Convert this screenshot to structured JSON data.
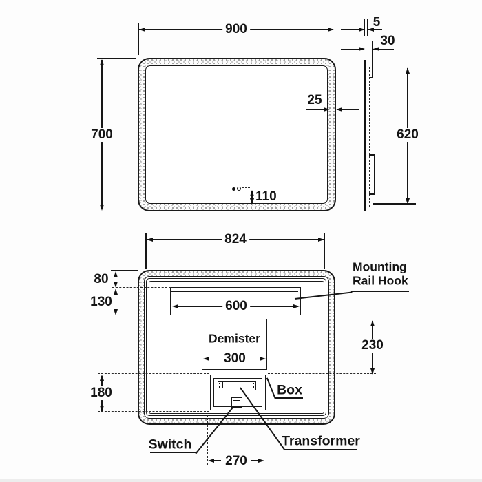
{
  "front_view": {
    "width": "900",
    "height": "700",
    "frame_width": "25",
    "sensor_offset": "110"
  },
  "side_view": {
    "glass_thickness": "5",
    "depth": "30",
    "mounting_height": "620"
  },
  "back_view": {
    "width": "824",
    "rail_top_offset": "80",
    "rail_zone_height": "130",
    "rail_length": "600",
    "demister_label": "Demister",
    "demister_width": "300",
    "demister_zone_height": "230",
    "box_zone_height": "180",
    "box_width": "270",
    "mounting_label_line1": "Mounting",
    "mounting_label_line2": "Rail Hook",
    "box_label": "Box",
    "switch_label": "Switch",
    "transformer_label": "Transformer"
  }
}
